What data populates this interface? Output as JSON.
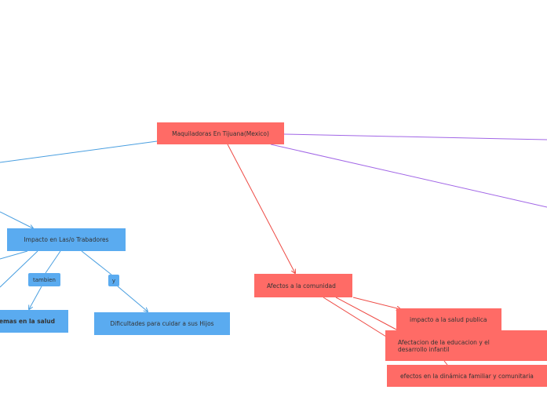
{
  "nodes": {
    "root": "Maquiladoras En Tijuana(Mexico)",
    "impacto_trabajadores": "Impacto en Las/o Trabadores",
    "tambien": "tambien",
    "y": "y",
    "problemas_salud": "blemas en la salud",
    "dificultades": "Dificultades para  cuidar a sus Hijos",
    "afectos_comunidad": "Afectos a la comunidad",
    "salud_publica": "impacto a la salud publica",
    "educacion": "Afectacion de la educacion y el desarrollo infantil",
    "dinamica": "efectos en la dinámica familiar y comunitaria"
  },
  "colors": {
    "red_node": "#ff6b66",
    "blue_node": "#5aabf0",
    "blue_edge": "#4a9fe0",
    "red_edge": "#ee4a44",
    "purple_edge": "#a166e6"
  }
}
